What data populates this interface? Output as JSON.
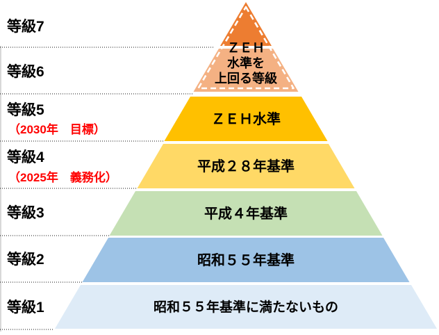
{
  "diagram": {
    "grades": [
      {
        "label": "等級7",
        "sublabel": ""
      },
      {
        "label": "等級6",
        "sublabel": ""
      },
      {
        "label": "等級5",
        "sublabel": "（2030年　目標）"
      },
      {
        "label": "等級4",
        "sublabel": "（2025年　義務化）"
      },
      {
        "label": "等級3",
        "sublabel": ""
      },
      {
        "label": "等級2",
        "sublabel": ""
      },
      {
        "label": "等級1",
        "sublabel": ""
      }
    ],
    "pyramid": {
      "top": {
        "lines": [
          "ＺＥＨ",
          "水準を",
          "上回る等級"
        ],
        "upper_color": "#ED7D31",
        "lower_color": "#F4B183",
        "dash_border_color": "#FFFFFF"
      },
      "layers": [
        {
          "label": "ＺＥＨ水準",
          "color": "#FFC000"
        },
        {
          "label": "平成２８年基準",
          "color": "#FFD966"
        },
        {
          "label": "平成４年基準",
          "color": "#C5E0B4"
        },
        {
          "label": "昭和５５年基準",
          "color": "#9DC3E6"
        },
        {
          "label": "昭和５５年基準に満たないもの",
          "color": "#DEEBF7"
        }
      ]
    },
    "colors": {
      "sublabel_red": "#FF0000",
      "dotted_line": "#404040",
      "left_border_gray": "#BFBFBF"
    }
  }
}
